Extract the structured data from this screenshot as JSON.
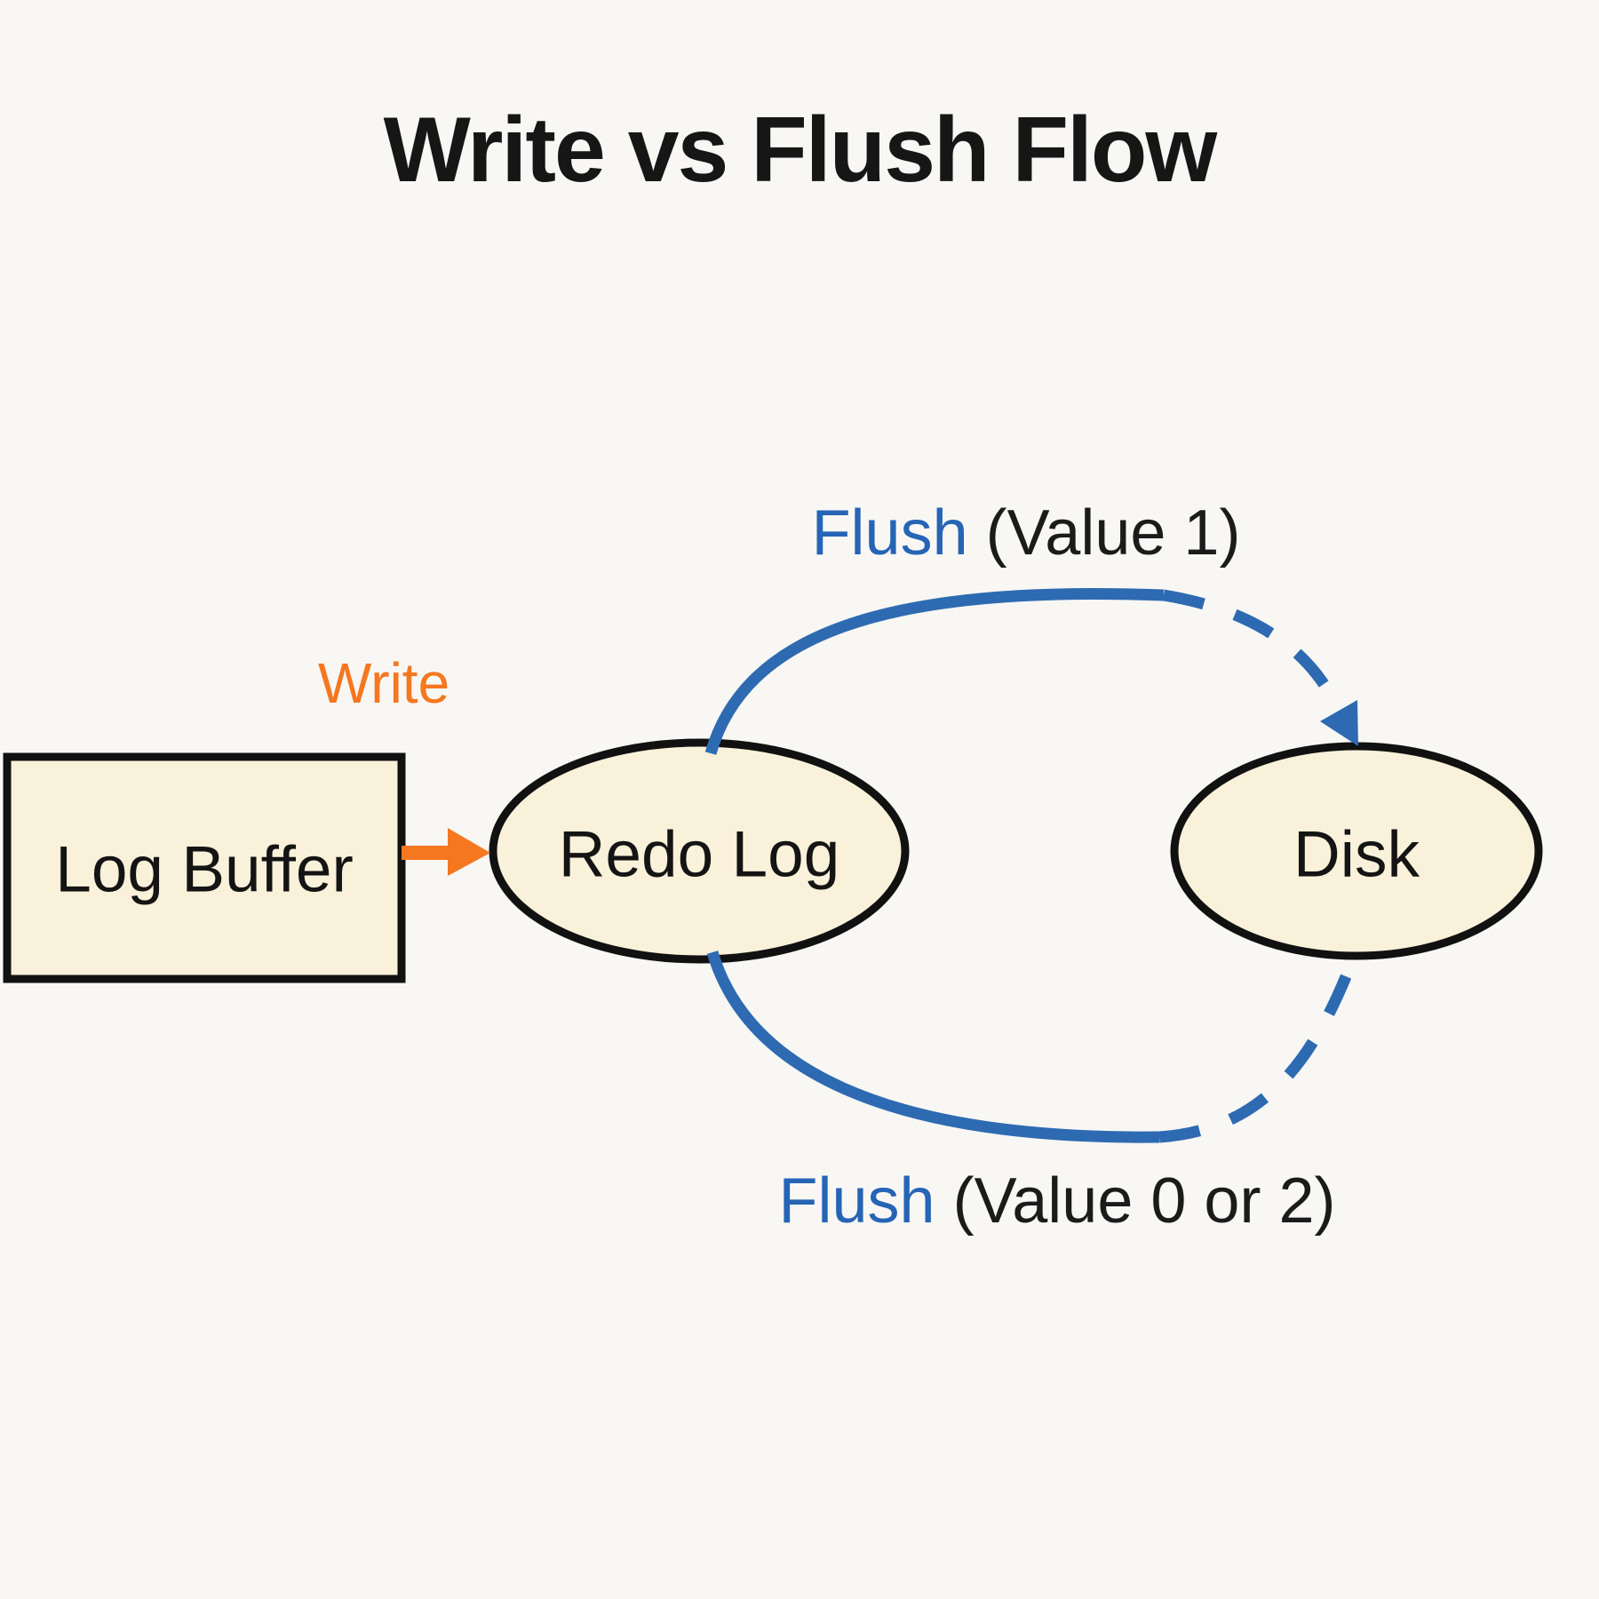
{
  "title": "Write vs Flush Flow",
  "colors": {
    "background": "#f8f7f4",
    "node_fill": "#faf1da",
    "node_border": "#111111",
    "flush_blue": "#2e6ab1",
    "flush_text_blue": "#2664b5",
    "write_orange": "#f5771f",
    "text_black": "#1b1b1b"
  },
  "nodes": {
    "log_buffer": {
      "label": "Log Buffer",
      "shape": "rectangle"
    },
    "redo_log": {
      "label": "Redo Log",
      "shape": "ellipse"
    },
    "disk": {
      "label": "Disk",
      "shape": "ellipse"
    }
  },
  "edges": {
    "write": {
      "label": "Write",
      "from": "Log Buffer",
      "to": "Redo Log",
      "style": "solid orange arrow"
    },
    "flush_value_1": {
      "label_action": "Flush",
      "label_detail": " (Value 1)",
      "from": "Redo Log",
      "to": "Disk",
      "position": "top",
      "style": "blue curve, solid then dashed, arrowhead at Disk"
    },
    "flush_value_0_or_2": {
      "label_action": "Flush",
      "label_detail": " (Value 0 or 2)",
      "from": "Redo Log",
      "to": "Disk",
      "position": "bottom",
      "style": "blue curve, solid then dashed"
    }
  }
}
